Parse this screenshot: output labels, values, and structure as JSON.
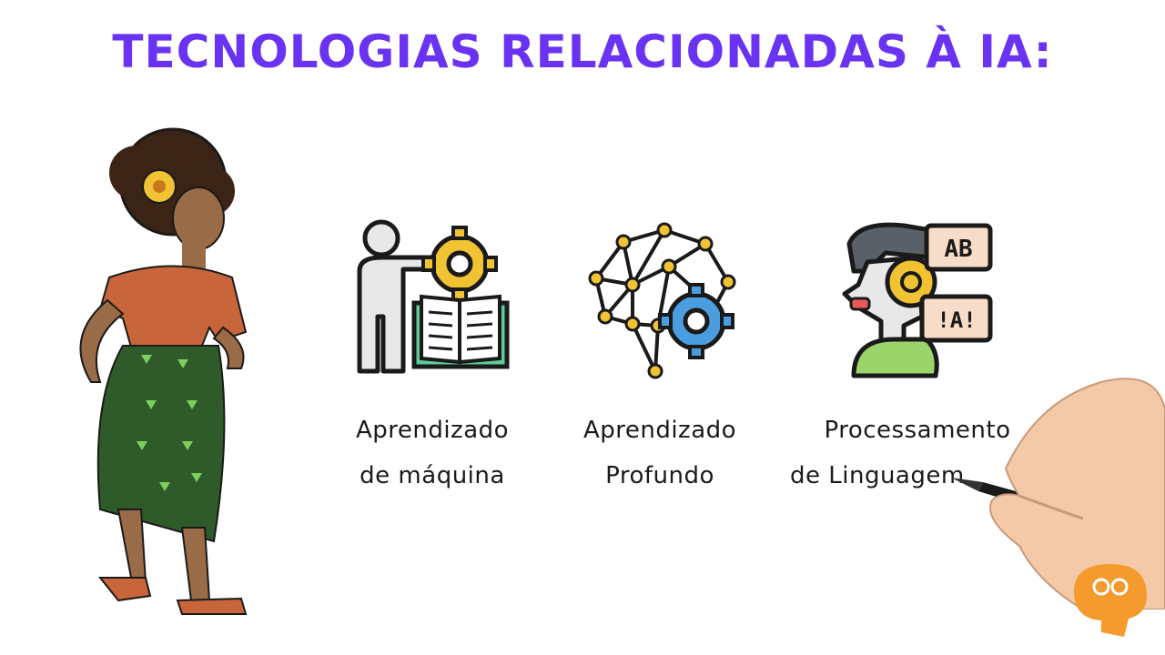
{
  "title": "Tecnologias relacionadas à IA:",
  "colors": {
    "title": "#6a32f2",
    "gear_yellow": "#f1c232",
    "gear_blue": "#4a9ee0",
    "book_green": "#5ecb9c",
    "skin": "#9a6b47",
    "blouse": "#c9653a",
    "skirt": "#2f5a2a",
    "logo_orange": "#f59a2c"
  },
  "items": [
    {
      "icon": "machine-learning-icon",
      "line1": "Aprendizado",
      "line2": "de máquina"
    },
    {
      "icon": "deep-learning-icon",
      "line1": "Aprendizado",
      "line2": "Profundo"
    },
    {
      "icon": "nlp-icon",
      "line1": "Processamento",
      "line2": "de Linguagem"
    }
  ]
}
